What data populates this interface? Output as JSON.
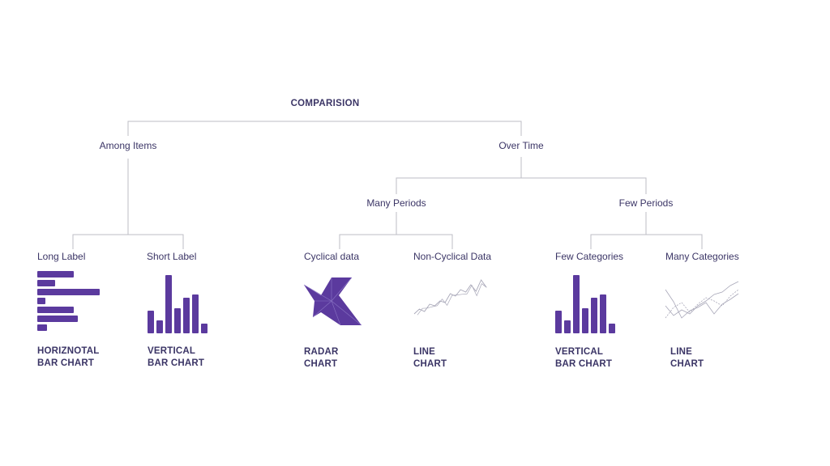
{
  "colors": {
    "accent": "#5b3a9e",
    "line": "#bdbdc4",
    "text": "#3b3566",
    "thin_line": "#a8a7b8"
  },
  "root": {
    "label": "COMPARISION"
  },
  "branches": {
    "among_items": "Among Items",
    "over_time": "Over Time",
    "many_periods": "Many Periods",
    "few_periods": "Few Periods"
  },
  "leaves": {
    "long_label": "Long Label",
    "short_label": "Short Label",
    "cyclical_data": "Cyclical data",
    "non_cyclical_data": "Non-Cyclical Data",
    "few_categories": "Few Categories",
    "many_categories": "Many Categories"
  },
  "chart_titles": {
    "horizontal_bar": [
      "HORIZNOTAL",
      "BAR CHART"
    ],
    "vertical_bar_1": [
      "VERTICAL",
      "BAR CHART"
    ],
    "radar": [
      "RADAR",
      "CHART"
    ],
    "line_1": [
      "LINE",
      "CHART"
    ],
    "vertical_bar_2": [
      "VERTICAL",
      "BAR CHART"
    ],
    "line_2": [
      "LINE",
      "CHART"
    ]
  },
  "icons": {
    "horizontal_bar": {
      "values": [
        45,
        22,
        77,
        10,
        45,
        50,
        12
      ]
    },
    "vertical_bar": {
      "values": [
        28,
        16,
        72,
        31,
        44,
        48,
        12
      ]
    },
    "line_single": {
      "values": [
        2,
        8,
        5,
        14,
        12,
        18,
        16,
        27,
        24,
        32,
        29,
        38,
        30,
        44,
        35
      ]
    },
    "line_multi": {
      "series": [
        {
          "values": [
            20,
            8,
            15,
            10,
            20,
            26,
            34,
            37,
            45,
            50
          ]
        },
        {
          "values": [
            40,
            25,
            5,
            14,
            18,
            24,
            10,
            22,
            28,
            35
          ]
        },
        {
          "values": [
            5,
            18,
            24,
            12,
            22,
            30,
            26,
            20,
            32,
            40
          ]
        }
      ]
    }
  }
}
